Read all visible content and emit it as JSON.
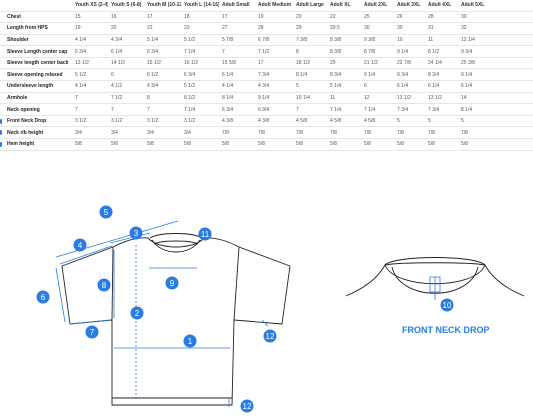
{
  "table": {
    "headers": [
      "",
      "Youth XS (2-4)",
      "Youth S (6-8)",
      "Youth M (10-12)",
      "Youth L (14-16)",
      "Adult Small",
      "Adult Medium",
      "Adult Large",
      "Adult XL",
      "Adult 2XL",
      "Adult 3XL",
      "Adult 4XL",
      "Adult 5XL"
    ],
    "rows": [
      {
        "label": "Chest",
        "values": [
          "15",
          "16",
          "17",
          "18",
          "17",
          "19",
          "20",
          "22",
          "25",
          "26",
          "28",
          "30"
        ]
      },
      {
        "label": "Length from HPS",
        "values": [
          "19",
          "20",
          "22",
          "23",
          "27",
          "28",
          "29",
          "29.5",
          "30",
          "30",
          "31",
          "32"
        ]
      },
      {
        "label": "Shoulder",
        "values": [
          "4 1/4",
          "4 3/4",
          "5 1/4",
          "5 1/2",
          "5 7/8",
          "6 7/8",
          "7 3/8",
          "8 3/8",
          "9 3/8",
          "10",
          "11",
          "12 1/4"
        ]
      },
      {
        "label": "Sleeve Length center cap",
        "values": [
          "5 3/4",
          "6 1/4",
          "6 3/4",
          "7 1/4",
          "7",
          "7 1/2",
          "8",
          "8 3/8",
          "8 7/8",
          "9 1/4",
          "8 1/2",
          "9 3/4"
        ]
      },
      {
        "label": "Sleeve length center back",
        "values": [
          "13 1/2",
          "14 1/2",
          "15 1/2",
          "16 1/2",
          "15 5/8",
          "17",
          "18 1/2",
          "20",
          "21 1/2",
          "22 7/8",
          "24 1/4",
          "25 3/8"
        ]
      },
      {
        "label": "Sleeve opening relaxed",
        "values": [
          "5 1/2",
          "6",
          "6 1/2",
          "6 3/4",
          "6 1/4",
          "7 3/4",
          "8 1/4",
          "8 3/4",
          "9 1/4",
          "9 3/4",
          "8 3/4",
          "9 1/4"
        ]
      },
      {
        "label": "Undersleeve length",
        "values": [
          "4 1/4",
          "4 1/2",
          "4 3/4",
          "5 1/2",
          "4 1/4",
          "4 3/4",
          "5",
          "5 1/4",
          "6",
          "6 1/4",
          "6 1/4",
          "6 1/4"
        ]
      },
      {
        "label": "Armhole",
        "values": [
          "7",
          "7 1/2",
          "8",
          "8 1/2",
          "8 1/4",
          "9 1/4",
          "10 1/4",
          "11",
          "12",
          "13 1/2",
          "13 1/2",
          "14"
        ]
      },
      {
        "label": "Neck opening",
        "values": [
          "7",
          "7",
          "7",
          "7 1/4",
          "6 3/4",
          "6 3/4",
          "7",
          "7 1/4",
          "7 1/4",
          "7 3/4",
          "7 3/4",
          "8 1/4"
        ]
      },
      {
        "label": "Front Neck Drop",
        "values": [
          "3 1/2",
          "3 1/2",
          "3 1/2",
          "3 1/2",
          "4 3/8",
          "4 3/8",
          "4 5/8",
          "4 5/8",
          "4 5/8",
          "5",
          "5",
          "5"
        ]
      },
      {
        "label": "Neck rib height",
        "values": [
          "3/4",
          "3/4",
          "3/4",
          "3/4",
          "7/8",
          "7/8",
          "7/8",
          "7/8",
          "7/8",
          "7/8",
          "7/8",
          "7/8"
        ]
      },
      {
        "label": "Hem height",
        "values": [
          "5/8",
          "5/8",
          "5/8",
          "5/8",
          "5/8",
          "5/8",
          "5/8",
          "5/8",
          "5/8",
          "5/8",
          "5/8",
          "5/8"
        ]
      }
    ]
  },
  "diagram": {
    "badges": [
      "1",
      "2",
      "3",
      "4",
      "5",
      "6",
      "7",
      "8",
      "9",
      "10",
      "11",
      "12",
      "12"
    ],
    "caption": "FRONT NECK DROP",
    "accent_color": "#2a7be4",
    "garment_color": "#222222"
  }
}
